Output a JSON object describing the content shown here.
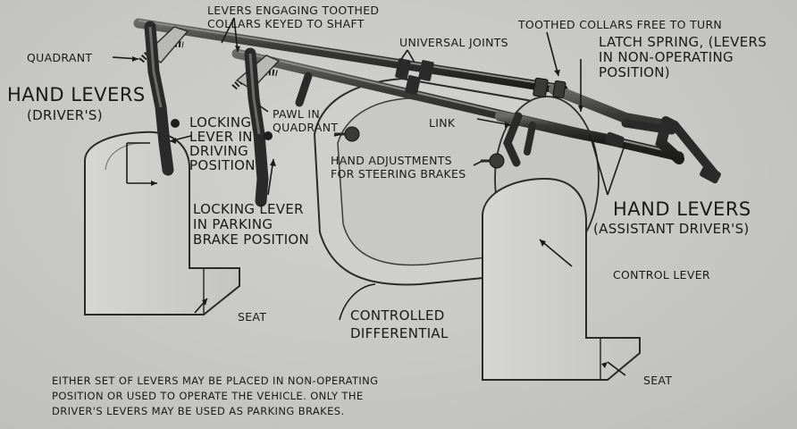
{
  "labels": {
    "quadrant": "QUADRANT",
    "levers_engaging": "LEVERS ENGAGING TOOTHED\nCOLLARS KEYED TO SHAFT",
    "universal_joints": "UNIVERSAL JOINTS",
    "toothed_collars_free": "TOOTHED COLLARS FREE TO TURN",
    "latch_spring": "LATCH SPRING, (LEVERS\nIN NON-OPERATING\nPOSITION)",
    "hand_levers_driver_title": "HAND LEVERS",
    "hand_levers_driver_sub": "(DRIVER'S)",
    "locking_lever_driving": "LOCKING\nLEVER IN\nDRIVING\nPOSITION",
    "pawl_in_quadrant": "PAWL IN\nQUADRANT",
    "link": "LINK",
    "hand_adjustments": "HAND ADJUSTMENTS\nFOR STEERING BRAKES",
    "locking_lever_parking": "LOCKING LEVER\nIN PARKING\nBRAKE POSITION",
    "hand_levers_assistant_title": "HAND LEVERS",
    "hand_levers_assistant_sub": "(ASSISTANT DRIVER'S)",
    "control_lever": "CONTROL LEVER",
    "controlled_differential": "CONTROLLED\nDIFFERENTIAL",
    "seat_left": "SEAT",
    "seat_right": "SEAT"
  },
  "note": "EITHER SET OF LEVERS MAY BE PLACED IN NON-OPERATING\nPOSITION OR USED TO OPERATE THE VEHICLE. ONLY THE\nDRIVER'S LEVERS MAY BE USED AS PARKING BRAKES."
}
